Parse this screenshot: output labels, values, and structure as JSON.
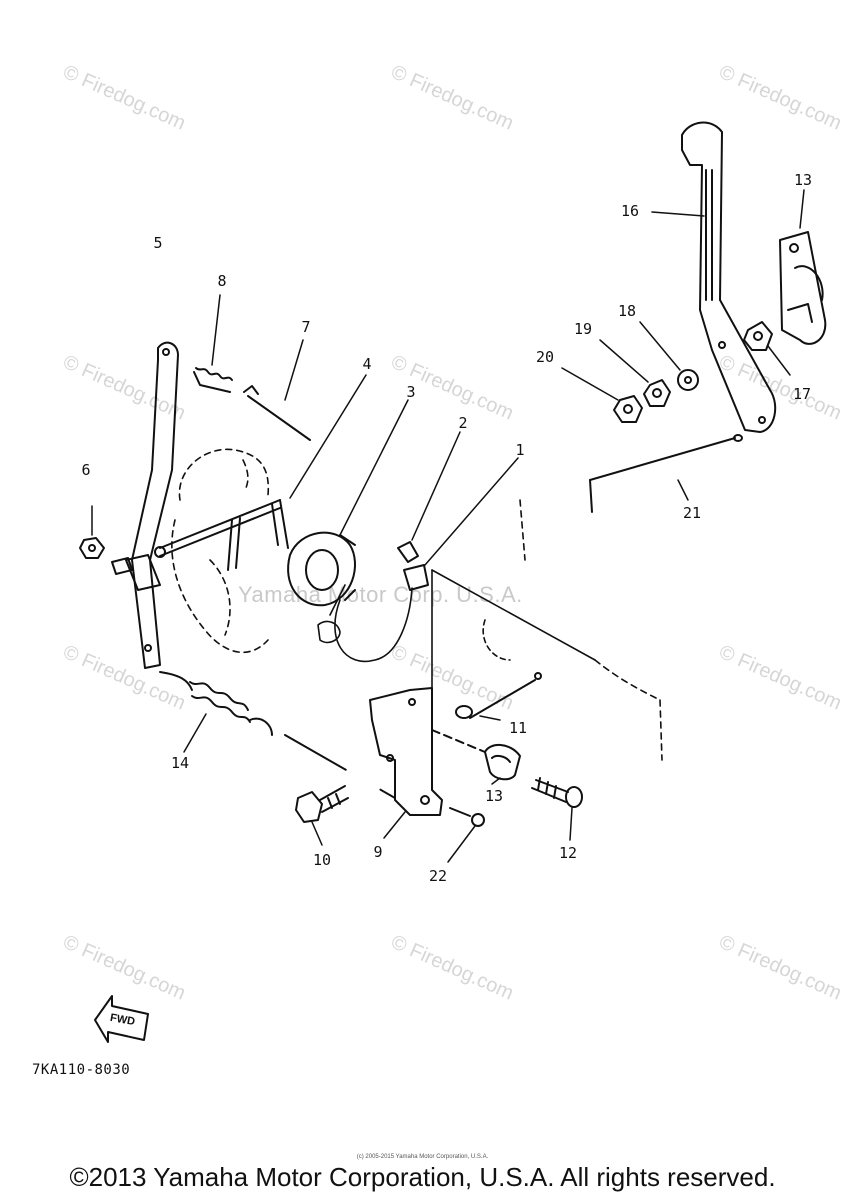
{
  "watermarks": [
    {
      "id": "wm-1",
      "text": "© Firedog.com"
    },
    {
      "id": "wm-2",
      "text": "© Firedog.com"
    },
    {
      "id": "wm-3",
      "text": "© Firedog.com"
    },
    {
      "id": "wm-4",
      "text": "© Firedog.com"
    },
    {
      "id": "wm-5",
      "text": "© Firedog.com"
    },
    {
      "id": "wm-6",
      "text": "© Firedog.com"
    },
    {
      "id": "wm-7",
      "text": "© Firedog.com"
    },
    {
      "id": "wm-8",
      "text": "© Firedog.com"
    },
    {
      "id": "wm-9",
      "text": "© Firedog.com"
    },
    {
      "id": "wm-10",
      "text": "© Firedog.com"
    },
    {
      "id": "wm-11",
      "text": "© Firedog.com"
    },
    {
      "id": "wm-12",
      "text": "© Firedog.com"
    }
  ],
  "center_watermark": "Yamaha Motor Corp. U.S.A.",
  "callouts": {
    "c1": "1",
    "c2": "2",
    "c3": "3",
    "c4": "4",
    "c5": "5",
    "c6": "6",
    "c7": "7",
    "c8": "8",
    "c9": "9",
    "c10": "10",
    "c11": "11",
    "c12": "12",
    "c13a": "13",
    "c13b": "13",
    "c14": "14",
    "c16": "16",
    "c17": "17",
    "c18": "18",
    "c19": "19",
    "c20": "20",
    "c21": "21",
    "c22": "22"
  },
  "fwd_label": "FWD",
  "drawing_code": "7KA110-8030",
  "small_copyright": "(c) 2005-2015 Yamaha Motor Corporation, U.S.A.",
  "copyright": "©2013 Yamaha Motor Corporation, U.S.A. All rights reserved."
}
